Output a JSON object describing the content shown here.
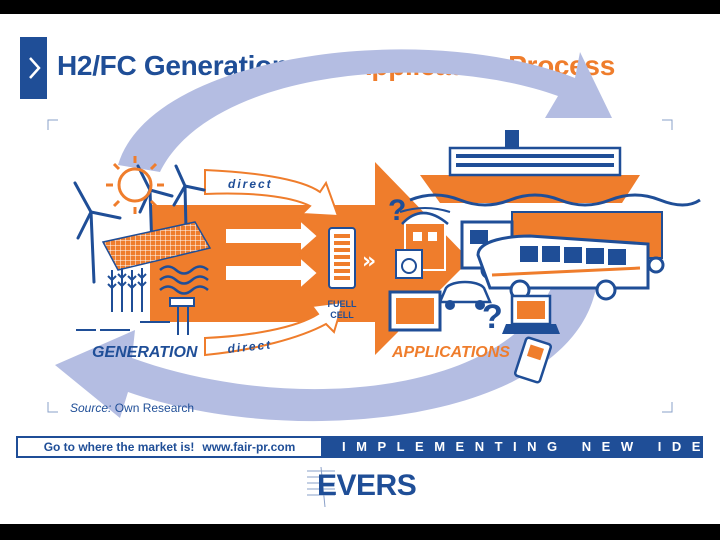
{
  "title": {
    "part1": "H2/FC Generation and ",
    "part2": "Application Process"
  },
  "diagram": {
    "direct_label_1": "direct",
    "direct_label_2": "direct",
    "fuel_cell_line1": "FUELL",
    "fuel_cell_line2": "CELL",
    "generation_label": "GENERATION",
    "applications_label": "APPLICATIONS",
    "question_mark": "?",
    "chevrons": "»"
  },
  "source": {
    "label": "Source:",
    "text": "Own Research"
  },
  "footer": {
    "market_text": "Go to where the market is!",
    "url": "www.fair-pr.com",
    "slogan": "IMPLEMENTING NEW IDEAS"
  },
  "logo": {
    "text": "EVERS"
  },
  "colors": {
    "brand_blue": "#1f4e97",
    "brand_orange": "#ef7d2c",
    "cycle_lavender": "#b4bde2"
  },
  "icons": [
    "wind-turbine-icon",
    "sun-icon",
    "solar-panel-icon",
    "grain-icon",
    "water-wave-icon",
    "geothermal-icon",
    "cruise-ship-icon",
    "truck-icon",
    "house-icon",
    "bus-icon",
    "car-icon",
    "laptop-icon",
    "tv-icon",
    "mobile-phone-icon",
    "washing-machine-icon"
  ]
}
